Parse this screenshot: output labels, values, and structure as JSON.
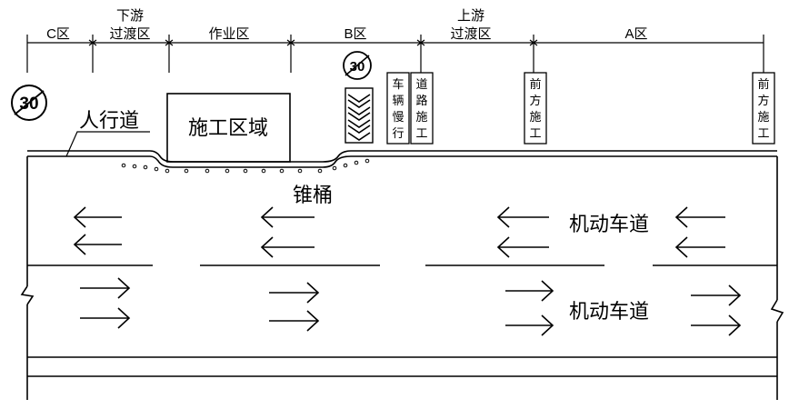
{
  "zones": [
    {
      "id": "c",
      "lines": [
        "C区"
      ]
    },
    {
      "id": "downstream",
      "lines": [
        "下游",
        "过渡区"
      ]
    },
    {
      "id": "work",
      "lines": [
        "作业区"
      ]
    },
    {
      "id": "b",
      "lines": [
        "B区"
      ]
    },
    {
      "id": "upstream",
      "lines": [
        "上游",
        "过渡区"
      ]
    },
    {
      "id": "a",
      "lines": [
        "A区"
      ]
    }
  ],
  "labels": {
    "sidewalk": "人行道",
    "construction_area": "施工区域",
    "cones": "锥桶",
    "lane_top": "机动车道",
    "lane_bottom": "机动车道"
  },
  "signs": {
    "speed_limit_left": "30",
    "speed_limit_b": "30",
    "slow_down": [
      "车",
      "辆",
      "慢",
      "行"
    ],
    "detour": [
      "道",
      "路",
      "施",
      "工"
    ],
    "ahead_1": [
      "前",
      "方",
      "施",
      "工"
    ],
    "ahead_2": [
      "前",
      "方",
      "施",
      "工"
    ]
  },
  "colors": {
    "ink": "#000000",
    "background": "#ffffff"
  }
}
